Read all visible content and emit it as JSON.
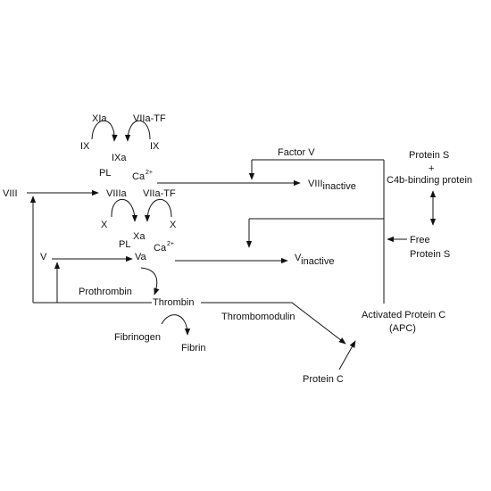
{
  "labels": {
    "XIa": "XIa",
    "VIIa_TF_top": "VIIa-TF",
    "IX_left": "IX",
    "IX_right": "IX",
    "IXa": "IXa",
    "PL_top": "PL",
    "Ca_top": "Ca",
    "Ca_top_sup": "2+",
    "VIII": "VIII",
    "VIIIa": "VIIIa",
    "VIIa_TF_mid": "VIIa-TF",
    "X_left": "X",
    "Xa": "Xa",
    "X_right": "X",
    "PL_mid": "PL",
    "Ca_mid": "Ca",
    "Ca_mid_sup": "2+",
    "V": "V",
    "Va": "Va",
    "Prothrombin": "Prothrombin",
    "Thrombin": "Thrombin",
    "Fibrinogen": "Fibrinogen",
    "Fibrin": "Fibrin",
    "Thrombomodulin": "Thrombomodulin",
    "Factor_V": "Factor V",
    "VIII_inactive_main": "VIII",
    "VIII_inactive_sub": "inactive",
    "V_inactive_main": "V",
    "V_inactive_sub": "inactive",
    "Protein_S_top": "Protein S",
    "Plus": "+",
    "C4b": "C4b-binding protein",
    "Free": "Free",
    "Protein_S_free": "Protein S",
    "APC_line1": "Activated Protein C",
    "APC_line2": "(APC)",
    "Protein_C": "Protein C"
  }
}
